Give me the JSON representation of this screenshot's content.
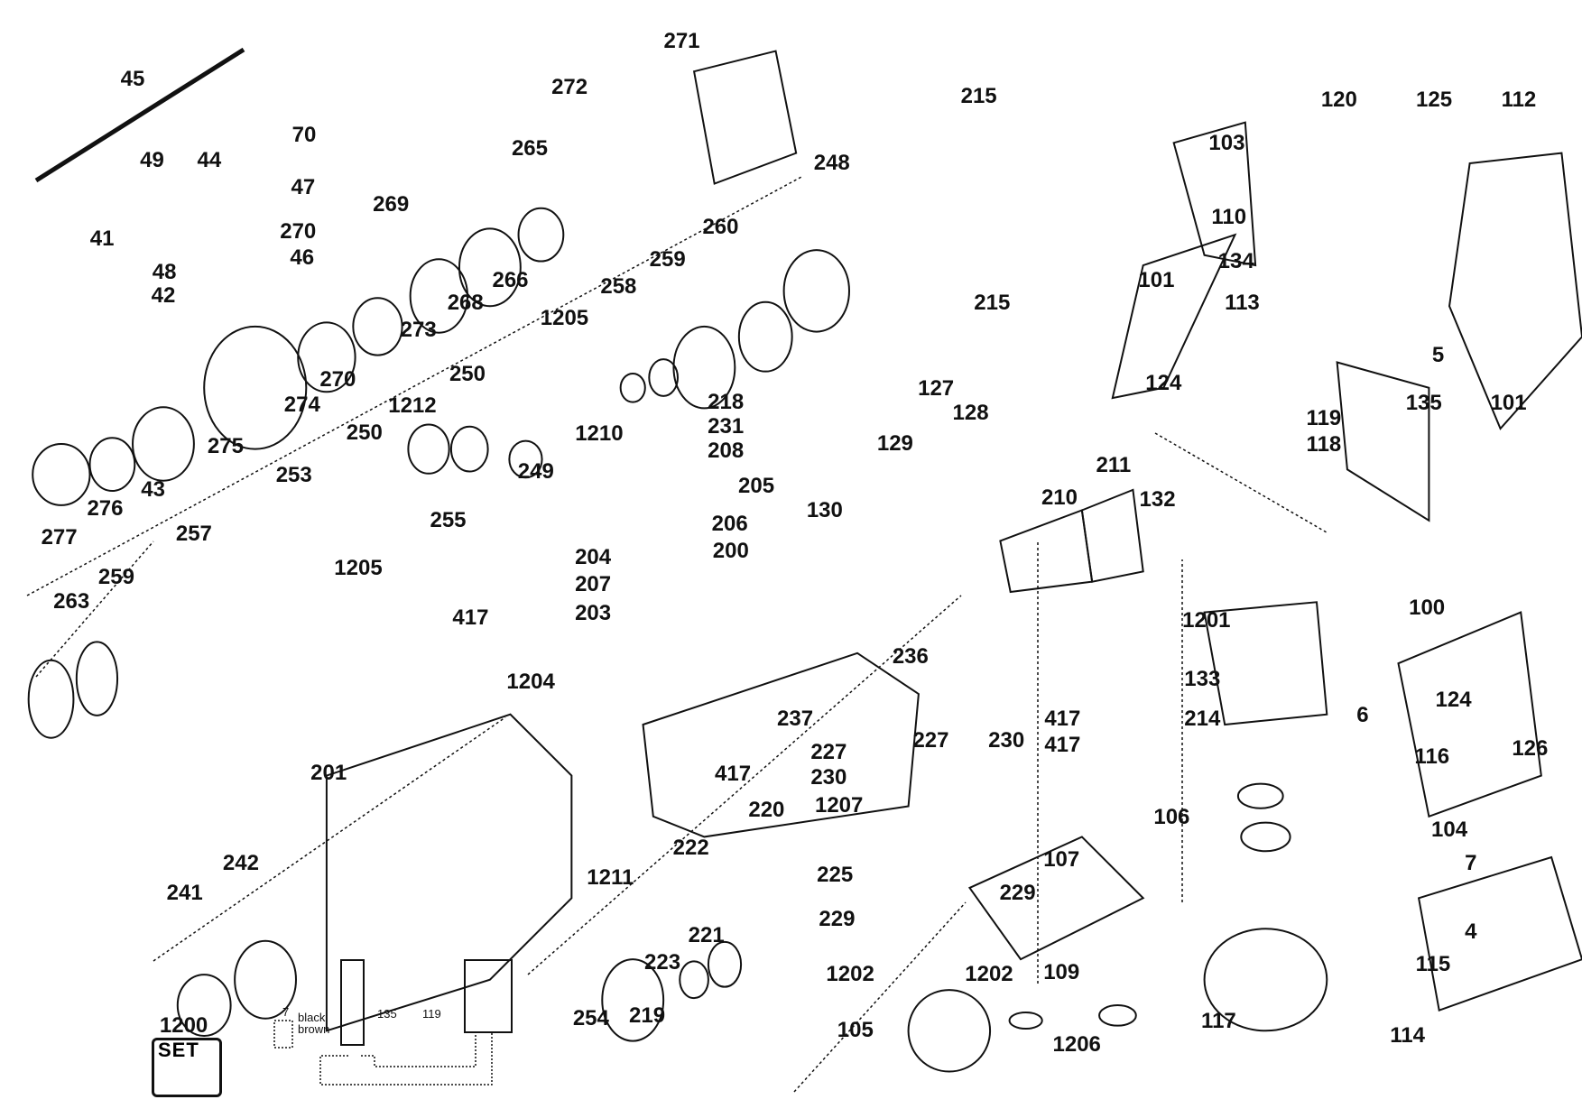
{
  "diagram": {
    "labels": [
      "45",
      "44",
      "70",
      "49",
      "47",
      "41",
      "48",
      "270",
      "46",
      "42",
      "269",
      "272",
      "271",
      "265",
      "248",
      "266",
      "268",
      "273",
      "260",
      "259",
      "258",
      "1205",
      "274",
      "270",
      "275",
      "1210",
      "250",
      "1212",
      "250",
      "218",
      "231",
      "208",
      "205",
      "249",
      "255",
      "253",
      "43",
      "276",
      "277",
      "1205",
      "257",
      "263",
      "259",
      "206",
      "204",
      "200",
      "207",
      "203",
      "417",
      "1204",
      "236",
      "237",
      "227",
      "230",
      "227",
      "230",
      "1207",
      "417",
      "220",
      "222",
      "201",
      "242",
      "241",
      "1211",
      "225",
      "229",
      "229",
      "221",
      "223",
      "254",
      "219",
      "1202",
      "1202",
      "105",
      "1200",
      "215",
      "103",
      "110",
      "101",
      "120",
      "125",
      "112",
      "134",
      "113",
      "5",
      "119",
      "118",
      "215",
      "127",
      "124",
      "128",
      "129",
      "211",
      "210",
      "132",
      "135",
      "101",
      "130",
      "1201",
      "100",
      "133",
      "417",
      "214",
      "417",
      "124",
      "6",
      "126",
      "116",
      "106",
      "107",
      "104",
      "7",
      "4",
      "115",
      "109",
      "117",
      "114",
      "1206"
    ],
    "wiring": {
      "part_7": "7",
      "wire_black": "black",
      "wire_brown": "brown",
      "part_135": "135",
      "part_119": "119"
    },
    "set_badge": "SET",
    "line_color": "#111111"
  }
}
